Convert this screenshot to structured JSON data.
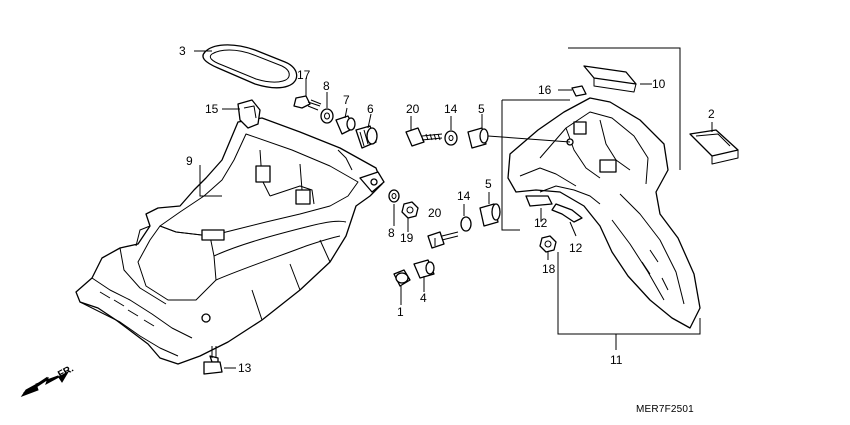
{
  "diagram": {
    "code": "MER7F2501",
    "direction_label": "FR.",
    "direction_icon": "arrow-down-left-icon",
    "callouts": {
      "c3": "3",
      "c17": "17",
      "c8a": "8",
      "c7": "7",
      "c6": "6",
      "c15": "15",
      "c9": "9",
      "c20a": "20",
      "c14a": "14",
      "c5a": "5",
      "c16": "16",
      "c10": "10",
      "c2": "2",
      "c8b": "8",
      "c19": "19",
      "c20b": "20",
      "c14b": "14",
      "c5b": "5",
      "c12a": "12",
      "c12b": "12",
      "c18": "18",
      "c4": "4",
      "c1": "1",
      "c13": "13",
      "c11": "11"
    }
  }
}
